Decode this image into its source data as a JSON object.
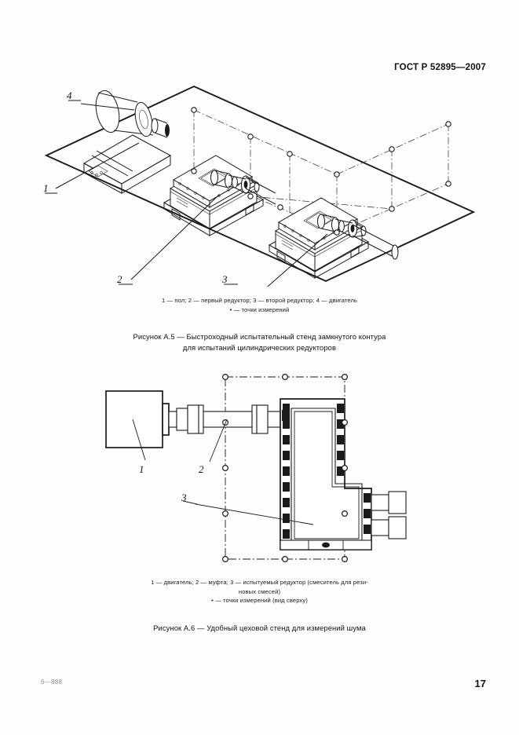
{
  "document": {
    "standard_header": "ГОСТ Р 52895—2007",
    "page_number": "17",
    "footer_mark": "6—888"
  },
  "figures": [
    {
      "id": "A.5",
      "callouts": [
        "1",
        "2",
        "3",
        "4"
      ],
      "legend_line1": "1 — пол; 2 — первый редуктор; 3 — второй редуктор; 4 — двигатель",
      "legend_line2": "• — точки измерений",
      "caption_line1": "Рисунок А.5  —  Быстроходный  испытательный стенд замкнутого контура",
      "caption_line2": "для испытаний цилиндрических редукторов"
    },
    {
      "id": "A.6",
      "callouts": [
        "1",
        "2",
        "3"
      ],
      "legend_line1": "1 — двигатель; 2 — муфта; 3 —  испытуемый редуктор (смеситель для рези-",
      "legend_line2": "новых смесей)",
      "legend_line3": "• — точки измерений (вид сверху)",
      "caption_line1": "Рисунок А.6 — Удобный  цеховой стенд для измерений шума"
    }
  ],
  "colors": {
    "ink": "#111111",
    "paper": "#fdfdfd",
    "faint": "#8c8c8c"
  }
}
